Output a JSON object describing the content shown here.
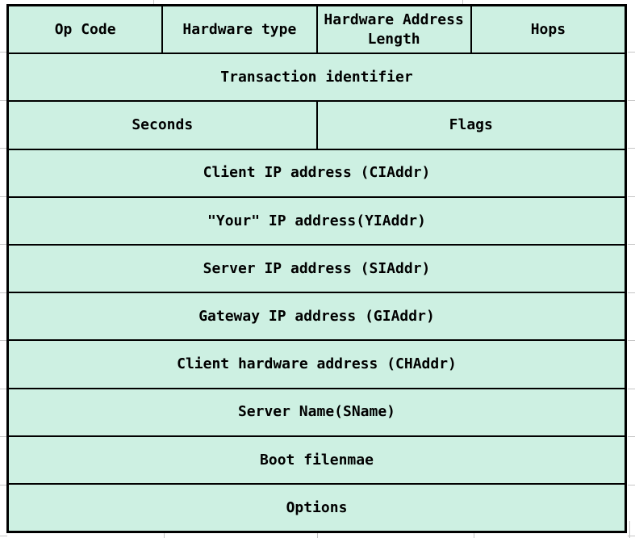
{
  "diagram": {
    "kind": "packet-format-table",
    "colors": {
      "cell_fill": "#cdf0e2",
      "border": "#000000",
      "text": "#000000",
      "gridline": "#c6c6c6",
      "page_background": "#ffffff"
    },
    "table": {
      "rows": [
        {
          "cells": [
            "Op Code",
            "Hardware type",
            "Hardware Address Length",
            "Hops"
          ]
        },
        {
          "cells": [
            "Transaction identifier"
          ]
        },
        {
          "cells": [
            "Seconds",
            "Flags"
          ]
        },
        {
          "cells": [
            "Client IP address (CIAddr)"
          ]
        },
        {
          "cells": [
            "\"Your\" IP address(YIAddr)"
          ]
        },
        {
          "cells": [
            "Server IP address (SIAddr)"
          ]
        },
        {
          "cells": [
            "Gateway IP address (GIAddr)"
          ]
        },
        {
          "cells": [
            "Client hardware address (CHAddr)"
          ]
        },
        {
          "cells": [
            "Server Name(SName)"
          ]
        },
        {
          "cells": [
            "Boot filenmae"
          ]
        },
        {
          "cells": [
            "Options"
          ]
        }
      ]
    }
  }
}
